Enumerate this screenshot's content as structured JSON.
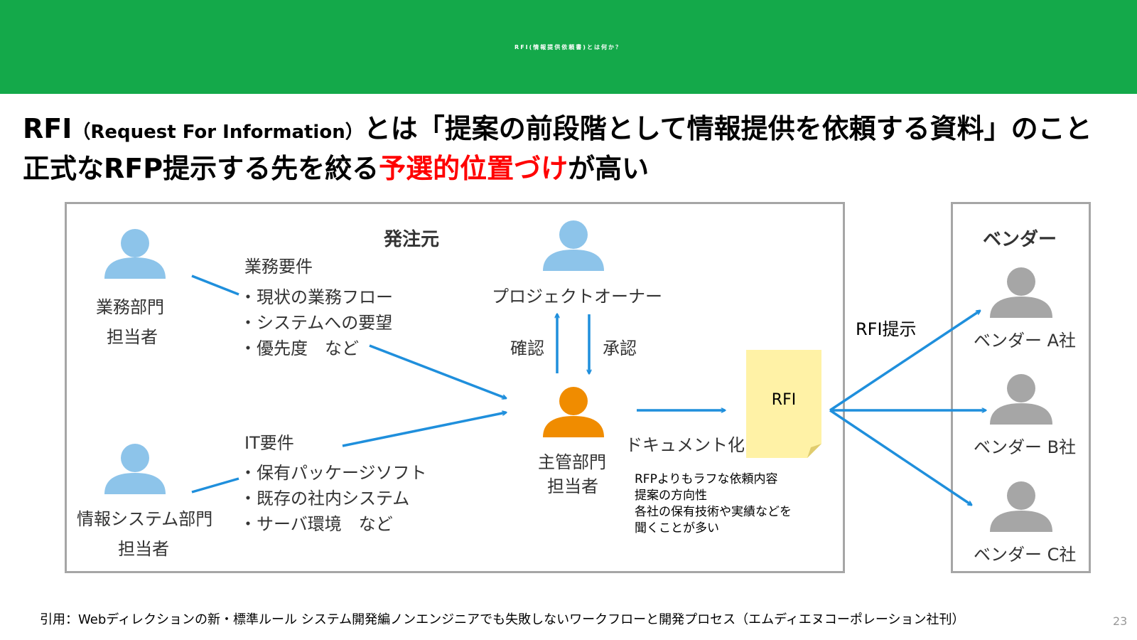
{
  "title": "RFI(情報提供依頼書)とは何か？",
  "intro": {
    "line1_a": "RFI",
    "line1_small": "（Request For Information）",
    "line1_b": "とは「提案の前段階として情報提供を依頼する資料」のこと",
    "line2_a": "正式なRFP提示する先を絞る",
    "line2_red": "予選的位置づけ",
    "line2_b": "が高い"
  },
  "orderer": {
    "title": "発注元",
    "business_dept": {
      "name": "業務部門",
      "role": "担当者"
    },
    "business_requirements": {
      "title": "業務要件",
      "items": [
        "・現状の業務フロー",
        "・システムへの要望",
        "・優先度　など"
      ]
    },
    "it_dept": {
      "name": "情報システム部門",
      "role": "担当者"
    },
    "it_requirements": {
      "title": "IT要件",
      "items": [
        "・保有パッケージソフト",
        "・既存の社内システム",
        "・サーバ環境　など"
      ]
    },
    "project_owner": "プロジェクトオーナー",
    "confirm": "確認",
    "approve": "承認",
    "main_dept": {
      "name": "主管部門",
      "role": "担当者"
    },
    "documentation": "ドキュメント化",
    "document_label": "RFI",
    "note_lines": [
      "RFPよりもラフな依頼内容",
      "提案の方向性",
      "各社の保有技術や実績などを",
      "聞くことが多い"
    ]
  },
  "rfi_present": "RFI提示",
  "vendors": {
    "title": "ベンダー",
    "items": [
      "ベンダー A社",
      "ベンダー B社",
      "ベンダー C社"
    ]
  },
  "citation": "引用：Webディレクションの新・標準ルール システム開発編ノンエンジニアでも失敗しないワークフローと開発プロセス（エムディエヌコーポレーション社刊）",
  "page_number": "23",
  "colors": {
    "banner": "#14a94a",
    "arrow": "#1f8fdc",
    "person_blue": "#8dc4ea",
    "person_orange": "#f08c00",
    "person_gray": "#a6a6a6",
    "document": "#fff2a6",
    "highlight": "#ff0000"
  }
}
